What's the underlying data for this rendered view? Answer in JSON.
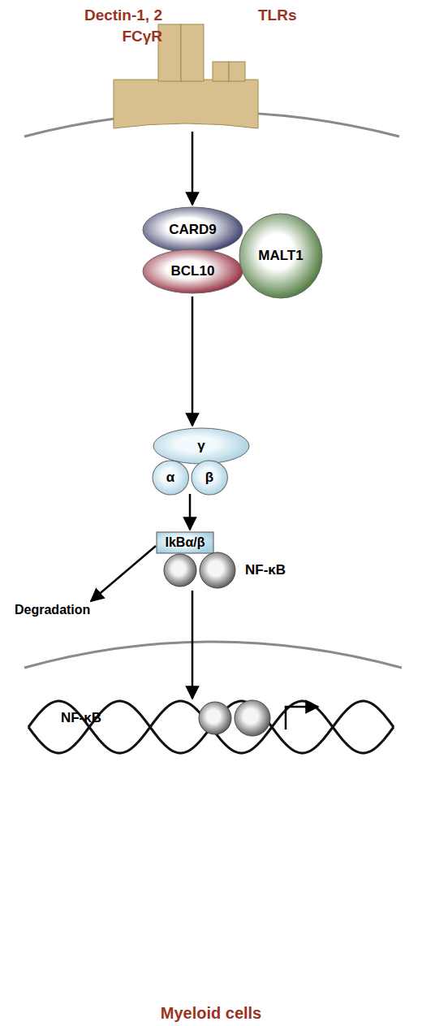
{
  "diagram": {
    "nodes": [
      {
        "text": [
          "Dectin-1, 2",
          "FCγR",
          "TLRs"
        ]
      },
      {
        "text": [
          "CARD9"
        ]
      },
      {
        "text": [
          "BCL10"
        ]
      },
      {
        "text": [
          "MALT1"
        ]
      },
      {
        "text": [
          "γ"
        ]
      },
      {
        "text": [
          "α"
        ]
      },
      {
        "text": [
          "β"
        ]
      },
      {
        "text": [
          "IkBα/β"
        ]
      },
      {
        "text": [
          "NF-κB"
        ]
      },
      {
        "text": [
          "NF-κB"
        ]
      }
    ],
    "edges": [
      {
        "from": 0,
        "to": 1,
        "arrow": "to"
      },
      {
        "from": 2,
        "to": 4,
        "arrow": "to"
      },
      {
        "from": 5,
        "to": 7,
        "arrow": "to"
      },
      {
        "from": 8,
        "to": 9,
        "arrow": "to"
      }
    ],
    "labels": [
      "Degradation",
      "Myeloid cells"
    ]
  }
}
